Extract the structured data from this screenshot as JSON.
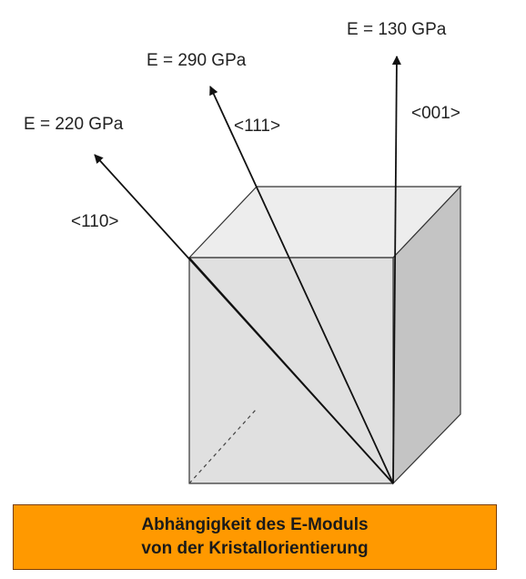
{
  "labels": {
    "e_110": "E = 220 GPa",
    "e_111": "E = 290 GPa",
    "e_001": "E = 130 GPa",
    "dir_110": "<110>",
    "dir_111": "<111>",
    "dir_001": "<001>"
  },
  "caption": {
    "line1": "Abhängigkeit des E-Moduls",
    "line2": "von der Kristallorientierung"
  },
  "colors": {
    "caption_bg": "#ff9900",
    "cube_front": "#e0e0e0",
    "cube_top": "#ededed",
    "cube_side": "#c4c4c4",
    "arrow": "#111111"
  }
}
